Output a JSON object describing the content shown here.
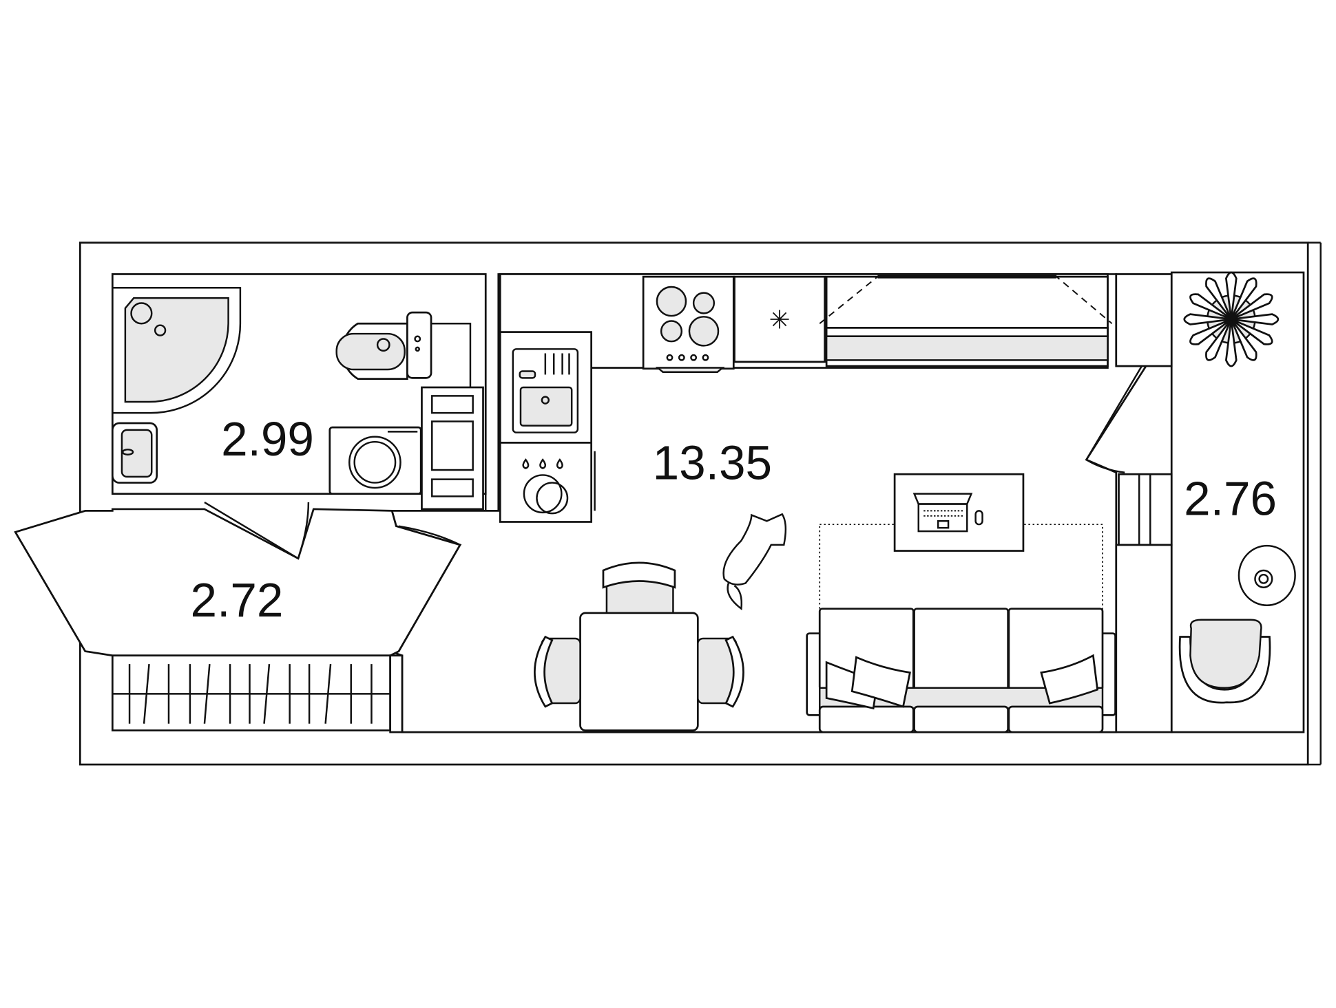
{
  "plan": {
    "rooms": [
      {
        "name": "bathroom",
        "area": "2.99"
      },
      {
        "name": "living-kitchen",
        "area": "13.35"
      },
      {
        "name": "hallway",
        "area": "2.72"
      },
      {
        "name": "loggia",
        "area": "2.76"
      }
    ],
    "colors": {
      "line": "#111111",
      "fill_gray": "#e8e8e8",
      "background": "#ffffff"
    }
  }
}
